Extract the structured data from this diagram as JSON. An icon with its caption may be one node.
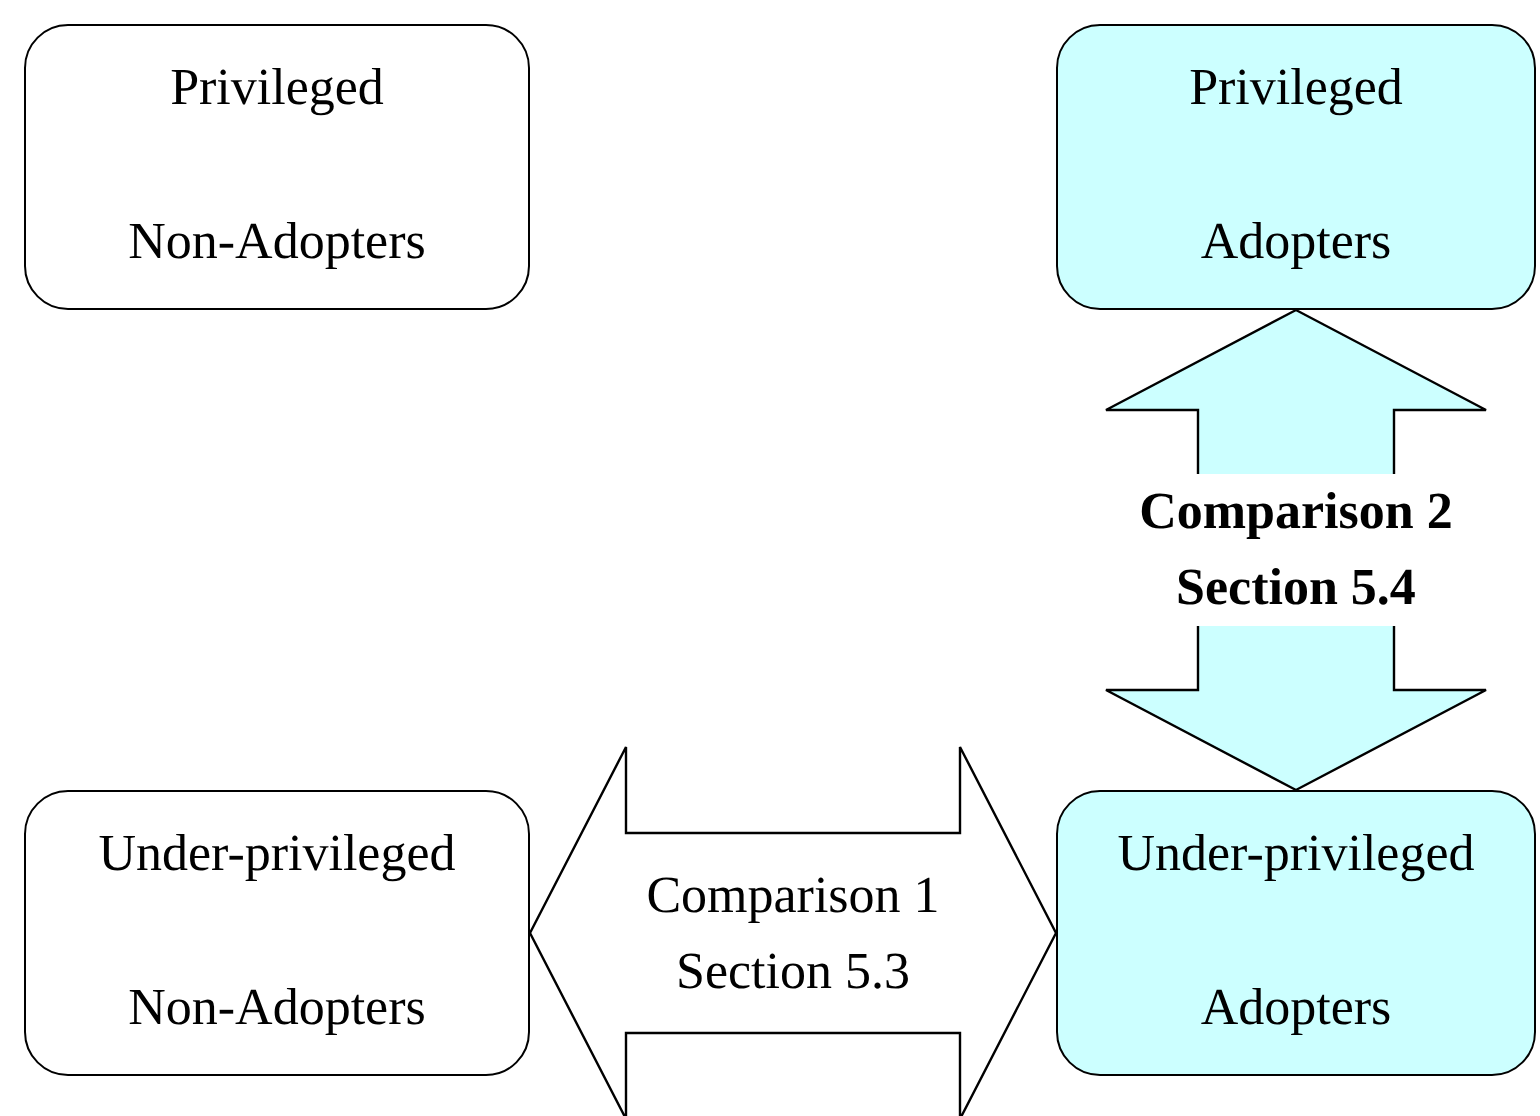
{
  "diagram": {
    "nodes": [
      {
        "text": [
          "Privileged",
          "Non-Adopters"
        ]
      },
      {
        "text": [
          "Privileged",
          "Adopters"
        ]
      },
      {
        "text": [
          "Under-privileged",
          "Non-Adopters"
        ]
      },
      {
        "text": [
          "Under-privileged",
          "Adopters"
        ]
      }
    ],
    "edges": [
      {
        "from": 2,
        "to": 3,
        "arrow": "both",
        "label": "Comparison 1 Section 5.3"
      },
      {
        "from": 3,
        "to": 1,
        "arrow": "both",
        "label": "Comparison 2 Section 5.4",
        "color": "#ccffff"
      }
    ]
  }
}
